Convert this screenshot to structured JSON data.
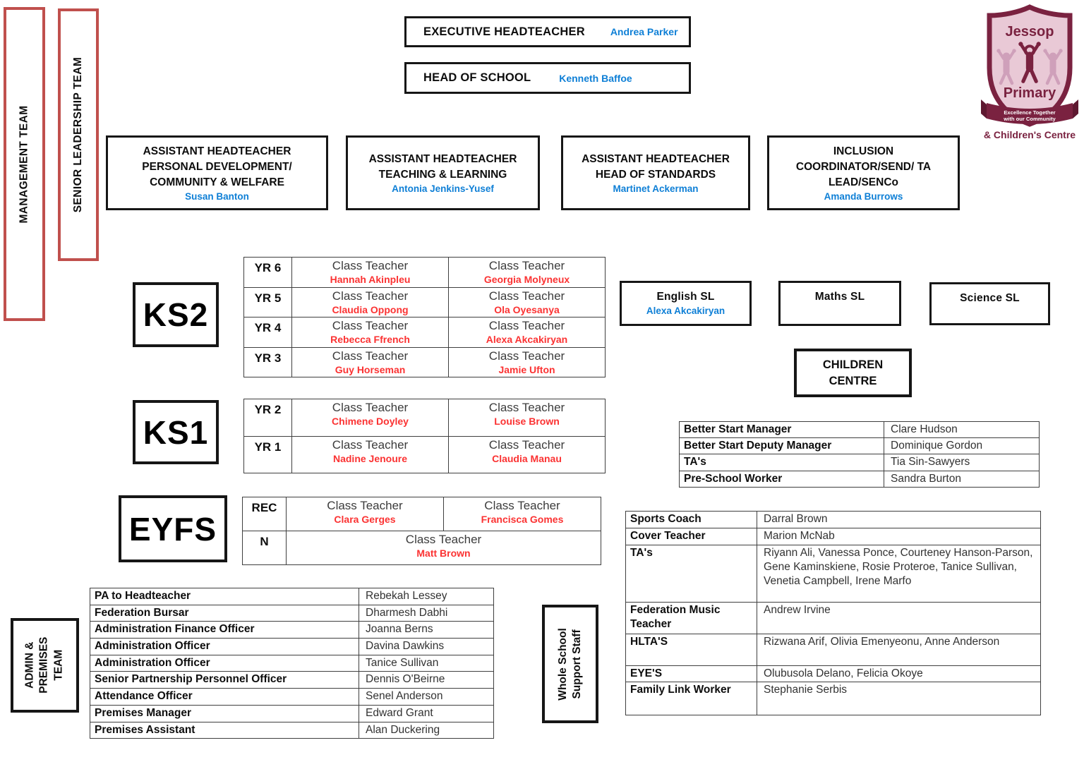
{
  "colors": {
    "red_band_border": "#c0504d",
    "blue_name": "#0e7fd6",
    "red_name": "#fb3232",
    "maroon": "#7a2240",
    "shield_pink": "#e9c9d6"
  },
  "side_labels": {
    "management": "MANAGEMENT TEAM",
    "senior_leadership": "SENIOR LEADERSHIP TEAM",
    "admin_lines": [
      "ADMIN &",
      "PREMISES",
      "TEAM"
    ],
    "whole_school_lines": [
      "Whole School",
      "Support Staff"
    ]
  },
  "top_boxes": {
    "executive": {
      "title": "EXECUTIVE HEADTEACHER",
      "name": "Andrea Parker"
    },
    "head_of_school": {
      "title": "HEAD OF SCHOOL",
      "name": "Kenneth Baffoe"
    }
  },
  "leadership_row": [
    {
      "lines": [
        "ASSISTANT HEADTEACHER",
        "PERSONAL DEVELOPMENT/",
        "COMMUNITY & WELFARE"
      ],
      "name": "Susan Banton"
    },
    {
      "lines": [
        "ASSISTANT HEADTEACHER",
        "TEACHING & LEARNING"
      ],
      "name": "Antonia Jenkins-Yusef"
    },
    {
      "lines": [
        "ASSISTANT HEADTEACHER",
        "HEAD OF STANDARDS"
      ],
      "name": "Martinet Ackerman"
    },
    {
      "lines": [
        "INCLUSION",
        "COORDINATOR/SEND/ TA",
        "LEAD/SENCo"
      ],
      "name": "Amanda Burrows"
    }
  ],
  "logo": {
    "school_line1": "Jessop",
    "school_line2": "Primary",
    "banner_line1": "Excellence Together",
    "banner_line2": "with our Community",
    "caption": "& Children's Centre"
  },
  "ks2": {
    "label": "KS2",
    "rows": [
      {
        "year": "YR 6",
        "left": {
          "role": "Class Teacher",
          "name": "Hannah Akinpleu"
        },
        "right": {
          "role": "Class Teacher",
          "name": "Georgia Molyneux"
        }
      },
      {
        "year": "YR 5",
        "left": {
          "role": "Class Teacher",
          "name": "Claudia Oppong"
        },
        "right": {
          "role": "Class Teacher",
          "name": "Ola Oyesanya"
        }
      },
      {
        "year": "YR 4",
        "left": {
          "role": "Class Teacher",
          "name": "Rebecca Ffrench"
        },
        "right": {
          "role": "Class Teacher",
          "name": "Alexa Akcakiryan"
        }
      },
      {
        "year": "YR 3",
        "left": {
          "role": "Class Teacher",
          "name": "Guy Horseman"
        },
        "right": {
          "role": "Class Teacher",
          "name": "Jamie Ufton"
        }
      }
    ]
  },
  "ks1": {
    "label": "KS1",
    "rows": [
      {
        "year": "YR 2",
        "left": {
          "role": "Class Teacher",
          "name": "Chimene Doyley"
        },
        "right": {
          "role": "Class Teacher",
          "name": "Louise Brown"
        }
      },
      {
        "year": "YR 1",
        "left": {
          "role": "Class Teacher",
          "name": "Nadine Jenoure"
        },
        "right": {
          "role": "Class Teacher",
          "name": "Claudia Manau"
        }
      }
    ]
  },
  "eyfs": {
    "label": "EYFS",
    "rec": {
      "year": "REC",
      "left": {
        "role": "Class Teacher",
        "name": "Clara Gerges"
      },
      "right": {
        "role": "Class Teacher",
        "name": "Francisca Gomes"
      }
    },
    "nursery": {
      "year": "N",
      "cell": {
        "role": "Class Teacher",
        "name": "Matt Brown"
      }
    }
  },
  "subject_leads": {
    "english": {
      "title": "English SL",
      "name": "Alexa Akcakiryan"
    },
    "maths": {
      "title": "Maths SL"
    },
    "science": {
      "title": "Science SL"
    }
  },
  "children_centre": {
    "lines": [
      "CHILDREN",
      "CENTRE"
    ]
  },
  "better_start": {
    "rows": [
      {
        "role": "Better Start Manager",
        "name": "Clare Hudson"
      },
      {
        "role": "Better Start Deputy Manager",
        "name": "Dominique Gordon"
      },
      {
        "role": "TA's",
        "name": "Tia Sin-Sawyers"
      },
      {
        "role": "Pre-School Worker",
        "name": "Sandra Burton"
      }
    ]
  },
  "support_staff": {
    "rows": [
      {
        "role": "Sports Coach",
        "name": "Darral Brown"
      },
      {
        "role": "Cover Teacher",
        "name": "Marion McNab"
      },
      {
        "role": "TA's",
        "name": "Riyann Ali, Vanessa Ponce, Courteney Hanson-Parson, Gene Kaminskiene, Rosie Proteroe, Tanice Sullivan, Venetia Campbell, Irene Marfo"
      },
      {
        "role": "Federation Music Teacher",
        "name": "Andrew Irvine"
      },
      {
        "role": "HLTA'S",
        "name": "Rizwana Arif, Olivia Emenyeonu, Anne Anderson"
      },
      {
        "role": "EYE'S",
        "name": "Olubusola Delano, Felicia Okoye"
      },
      {
        "role": "Family Link Worker",
        "name": "Stephanie Serbis"
      }
    ]
  },
  "admin_team": {
    "rows": [
      {
        "role": "PA to Headteacher",
        "name": "Rebekah Lessey"
      },
      {
        "role": "Federation Bursar",
        "name": "Dharmesh Dabhi"
      },
      {
        "role": "Administration Finance Officer",
        "name": "Joanna Berns"
      },
      {
        "role": "Administration Officer",
        "name": "Davina Dawkins"
      },
      {
        "role": "Administration Officer",
        "name": "Tanice Sullivan"
      },
      {
        "role": "Senior Partnership Personnel Officer",
        "name": "Dennis O'Beirne"
      },
      {
        "role": "Attendance Officer",
        "name": "Senel Anderson"
      },
      {
        "role": "Premises Manager",
        "name": "Edward Grant"
      },
      {
        "role": "Premises Assistant",
        "name": "Alan Duckering"
      }
    ]
  }
}
